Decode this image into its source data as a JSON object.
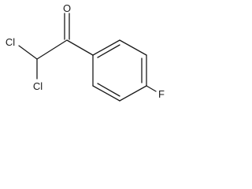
{
  "structure": {
    "atoms": {
      "oxygen": "O",
      "chlorine_top": "Cl",
      "chlorine_bottom": "Cl",
      "fluorine": "F"
    },
    "line_color": "#1a1a1a"
  }
}
